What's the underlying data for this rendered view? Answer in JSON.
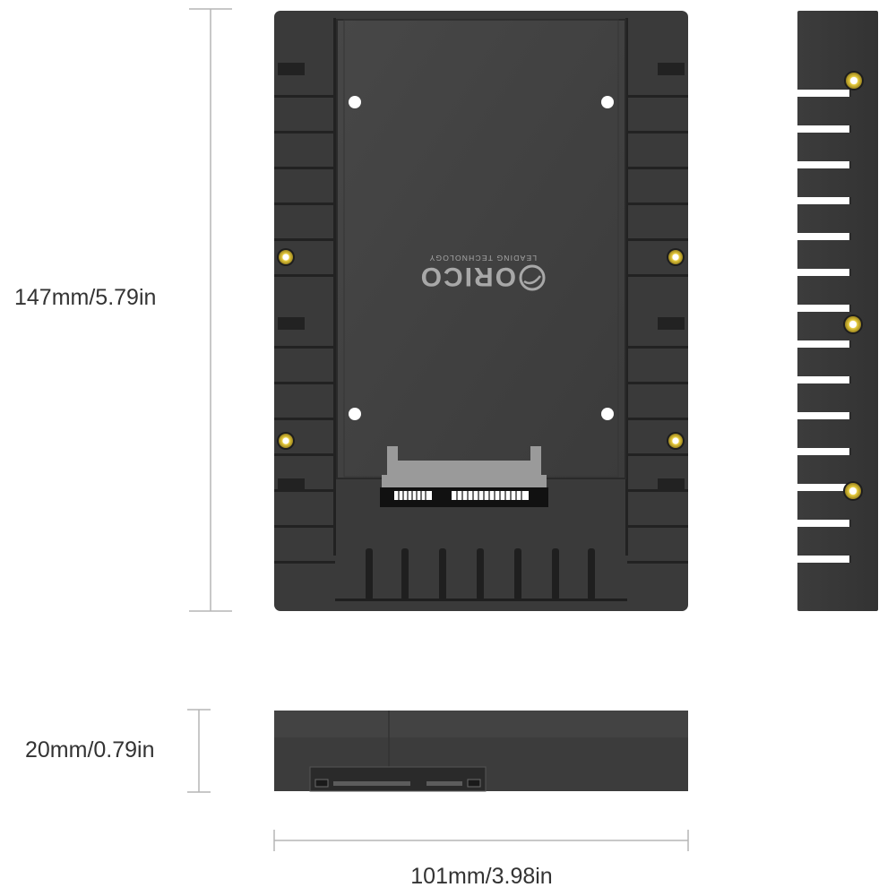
{
  "dimensions": {
    "height": "147mm/5.79in",
    "depth": "20mm/0.79in",
    "width": "101mm/3.98in"
  },
  "logo": {
    "brand": "ORICO",
    "tagline": "LEADING TECHNOLOGY"
  },
  "colors": {
    "body": "#3a3a3a",
    "body_dark": "#252525",
    "panel": "#424242",
    "accent_screw": "#e0c437",
    "dimension_line": "#b5b5b5",
    "text": "#333333"
  },
  "icons": {
    "logo_mark": "orico-swirl-icon",
    "screw_hole": "brass-screw-hole-icon"
  }
}
